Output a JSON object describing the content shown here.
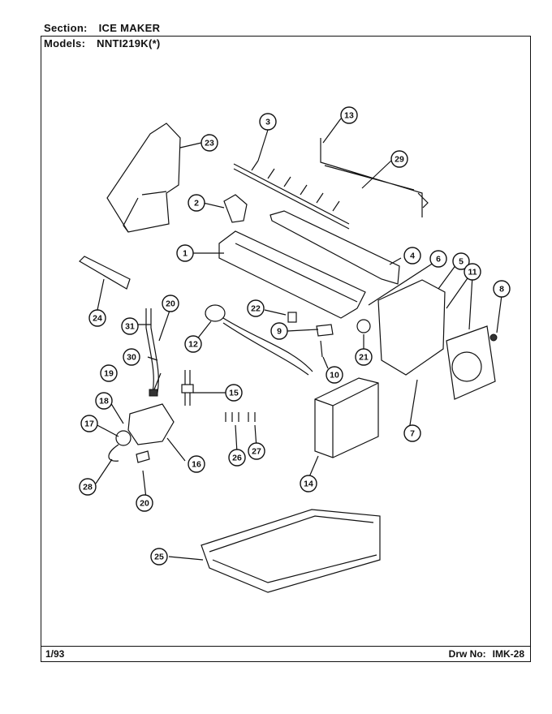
{
  "header": {
    "section_label": "Section:",
    "section_value": "ICE MAKER",
    "models_label": "Models:",
    "models_value": "NNTI219K(*)"
  },
  "footer": {
    "date": "1/93",
    "drawing_label": "Drw No:",
    "drawing_value": "IMK-28"
  },
  "callouts": [
    "1",
    "2",
    "3",
    "4",
    "5",
    "6",
    "7",
    "8",
    "9",
    "10",
    "11",
    "12",
    "13",
    "14",
    "15",
    "16",
    "17",
    "18",
    "19",
    "20",
    "20",
    "21",
    "22",
    "23",
    "24",
    "25",
    "26",
    "27",
    "28",
    "29",
    "30",
    "31"
  ]
}
